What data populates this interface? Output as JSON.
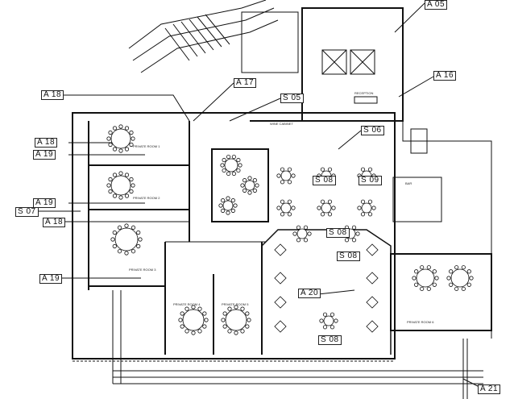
{
  "callouts": {
    "a05": "A 05",
    "a16": "A 16",
    "a17": "A 17",
    "s05": "S 05",
    "a18_1": "A 18",
    "a18_2": "A 18",
    "a19_1": "A 19",
    "s06": "S 06",
    "s08_1": "S 08",
    "s09": "S 09",
    "a19_2": "A 19",
    "s07": "S 07",
    "a18_3": "A 18",
    "s08_2": "S 08",
    "s08_3": "S 08",
    "a19_3": "A 19",
    "a20": "A 20",
    "s08_4": "S 08",
    "a21": "A 21"
  },
  "rooms": {
    "pr1": "PRIVATE ROOM 1",
    "pr2": "PRIVATE ROOM 2",
    "pr3": "PRIVATE ROOM 3",
    "pr4": "PRIVATE ROOM 4",
    "pr5": "PRIVATE ROOM 5",
    "pr6": "PRIVATE ROOM 6",
    "reception": "RECEPTION",
    "wine": "WINE CABINET",
    "bar": "BAR"
  }
}
